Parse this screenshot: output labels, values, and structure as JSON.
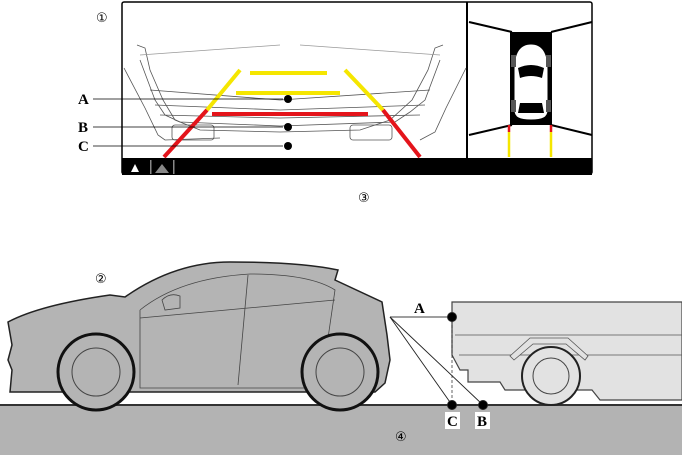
{
  "callouts": {
    "one": "①",
    "two": "②",
    "three": "③",
    "four": "④"
  },
  "camera_view": {
    "labels": {
      "a": "A",
      "b": "B",
      "c": "C"
    }
  },
  "side_view": {
    "labels": {
      "a": "A",
      "b": "B",
      "c": "C"
    }
  },
  "colors": {
    "yellow": "#f5e600",
    "red": "#e4141b",
    "car": "#b4b4b4",
    "truck": "#e2e2e2",
    "ground": "#b3b3b3"
  }
}
